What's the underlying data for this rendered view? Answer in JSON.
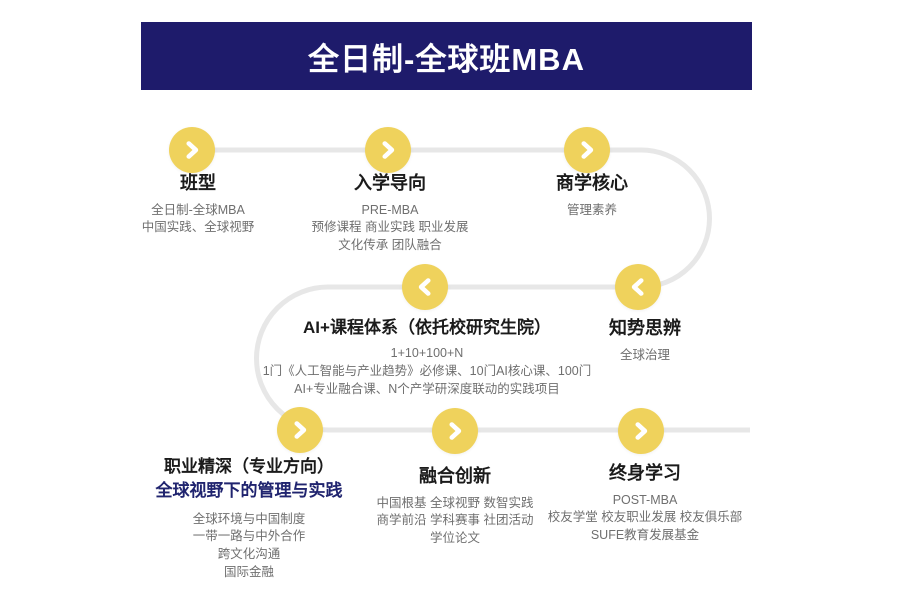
{
  "header": {
    "title": "全日制-全球班MBA"
  },
  "colors": {
    "banner": "#1e1b6b",
    "node": "#efd25c",
    "path": "#e7e7e7",
    "title": "#1b1b1b",
    "subtitle": "#6f6f6f",
    "accent": "#20246f",
    "chevron": "#ffffff"
  },
  "icons": {
    "chevron_right": "❯",
    "chevron_left": "❮"
  },
  "stages": [
    {
      "id": "banxing",
      "title": "班型",
      "arrow": "right",
      "lines": [
        "全日制-全球MBA",
        "中国实践、全球视野"
      ]
    },
    {
      "id": "ruxue",
      "title": "入学导向",
      "arrow": "right",
      "lines": [
        "PRE-MBA",
        "预修课程 商业实践 职业发展",
        "文化传承 团队融合"
      ]
    },
    {
      "id": "shangxue",
      "title": "商学核心",
      "arrow": "right",
      "lines": [
        "管理素养"
      ]
    },
    {
      "id": "zhishi",
      "title": "知势思辨",
      "arrow": "left",
      "lines": [
        "全球治理"
      ]
    },
    {
      "id": "ai",
      "title": "AI+课程体系（依托校研究生院）",
      "arrow": "left",
      "lines": [
        "1+10+100+N",
        "1门《人工智能与产业趋势》必修课、10门AI核心课、100门",
        "AI+专业融合课、N个产学研深度联动的实践项目"
      ]
    },
    {
      "id": "zhiye",
      "title": "职业精深（专业方向）",
      "accent": "全球视野下的管理与实践",
      "arrow": "right",
      "lines": [
        "全球环境与中国制度",
        "一带一路与中外合作",
        "跨文化沟通",
        "国际金融"
      ]
    },
    {
      "id": "ronghe",
      "title": "融合创新",
      "arrow": "right",
      "lines": [
        "中国根基 全球视野 数智实践",
        "商学前沿 学科赛事 社团活动",
        "学位论文"
      ]
    },
    {
      "id": "zhongshen",
      "title": "终身学习",
      "arrow": "right",
      "lines": [
        "POST-MBA",
        "校友学堂 校友职业发展 校友俱乐部",
        "SUFE教育发展基金"
      ]
    }
  ]
}
